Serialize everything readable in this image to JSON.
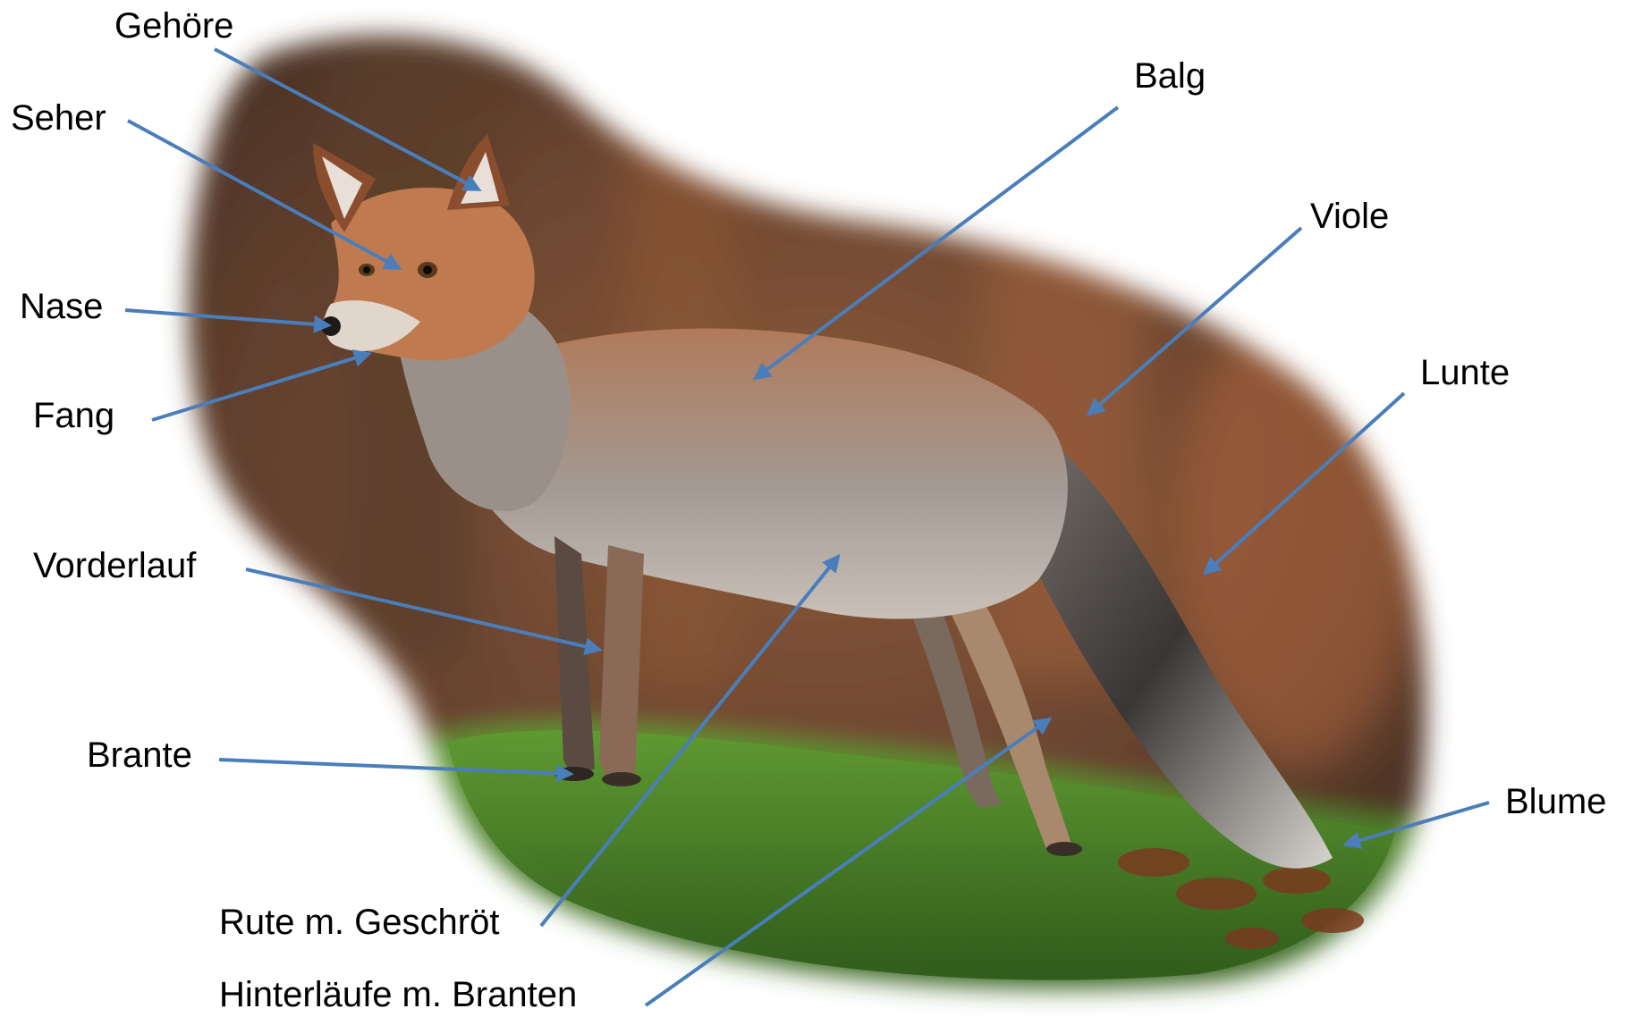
{
  "colors": {
    "leader_line": "#4a7ebb",
    "label_text": "#000000",
    "background": "#ffffff",
    "fur_orange": "#b8744a",
    "fur_grey": "#a8a19b",
    "tail_dark": "#3a3634",
    "moss_green": "#4f8a2a"
  },
  "labels": {
    "gehoere": "Gehöre",
    "seher": "Seher",
    "nase": "Nase",
    "fang": "Fang",
    "vorderlauf": "Vorderlauf",
    "brante": "Brante",
    "rute": "Rute m. Geschröt",
    "hinterlaeufe": "Hinterläufe m. Branten",
    "balg": "Balg",
    "viole": "Viole",
    "lunte": "Lunte",
    "blume": "Blume"
  }
}
